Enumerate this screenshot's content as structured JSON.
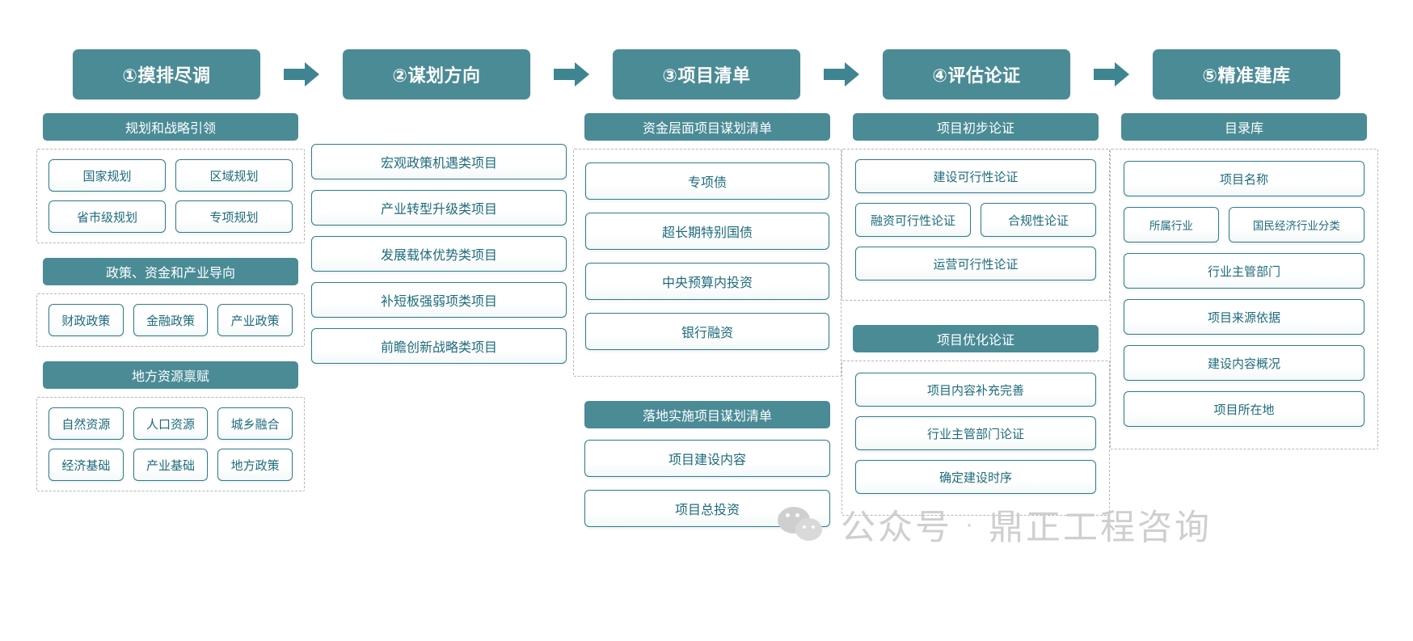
{
  "theme": {
    "accent": "#4a8b96",
    "arrow_color": "#3f8591",
    "cell_border": "#2d7b8a",
    "cell_text": "#1d6b7d",
    "dashed_border": "#b6b6b6",
    "watermark_color": "#cfcfcf"
  },
  "stages": [
    {
      "label": "①摸排尽调"
    },
    {
      "label": "②谋划方向"
    },
    {
      "label": "③项目清单"
    },
    {
      "label": "④评估论证"
    },
    {
      "label": "⑤精准建库"
    }
  ],
  "arrows": [
    {
      "name": "arrow-1-2"
    },
    {
      "name": "arrow-2-3"
    },
    {
      "name": "arrow-3-4"
    },
    {
      "name": "arrow-4-5"
    }
  ],
  "columns": [
    {
      "id": "col1",
      "groups": [
        {
          "title": "规划和战略引领",
          "dashed": true,
          "rows": [
            [
              "国家规划",
              "区域规划"
            ],
            [
              "省市级规划",
              "专项规划"
            ]
          ]
        },
        {
          "title": "政策、资金和产业导向",
          "dashed": true,
          "rows": [
            [
              "财政政策",
              "金融政策",
              "产业政策"
            ]
          ]
        },
        {
          "title": "地方资源禀赋",
          "dashed": true,
          "rows": [
            [
              "自然资源",
              "人口资源",
              "城乡融合"
            ],
            [
              "经济基础",
              "产业基础",
              "地方政策"
            ]
          ]
        }
      ]
    },
    {
      "id": "col2",
      "groups": [
        {
          "title": null,
          "dashed": false,
          "rows": [
            [
              "宏观政策机遇类项目"
            ],
            [
              "产业转型升级类项目"
            ],
            [
              "发展载体优势类项目"
            ],
            [
              "补短板强弱项类项目"
            ],
            [
              "前瞻创新战略类项目"
            ]
          ]
        }
      ]
    },
    {
      "id": "col3",
      "groups": [
        {
          "title": "资金层面项目谋划清单",
          "dashed": true,
          "rows": [
            [
              "专项债"
            ],
            [
              "超长期特别国债"
            ],
            [
              "中央预算内投资"
            ],
            [
              "银行融资"
            ]
          ]
        },
        {
          "title": "落地实施项目谋划清单",
          "dashed": false,
          "rows": [
            [
              "项目建设内容"
            ],
            [
              "项目总投资"
            ]
          ]
        }
      ]
    },
    {
      "id": "col4",
      "groups": [
        {
          "title": "项目初步论证",
          "dashed": true,
          "rows": [
            [
              "建设可行性论证"
            ],
            [
              "融资可行性论证",
              "合规性论证"
            ],
            [
              "运营可行性论证"
            ]
          ]
        },
        {
          "title": "项目优化论证",
          "dashed": true,
          "rows": [
            [
              "项目内容补充完善"
            ],
            [
              "行业主管部门论证"
            ],
            [
              "确定建设时序"
            ]
          ]
        }
      ]
    },
    {
      "id": "col5",
      "groups": [
        {
          "title": "目录库",
          "dashed": true,
          "rows": [
            [
              "项目名称"
            ],
            [
              "所属行业",
              "国民经济行业分类"
            ],
            [
              "行业主管部门"
            ],
            [
              "项目来源依据"
            ],
            [
              "建设内容概况"
            ],
            [
              "项目所在地"
            ]
          ]
        }
      ]
    }
  ],
  "watermark": {
    "icon": "wechat-icon",
    "prefix": "公众号",
    "separator": "·",
    "name": "鼎正工程咨询"
  }
}
